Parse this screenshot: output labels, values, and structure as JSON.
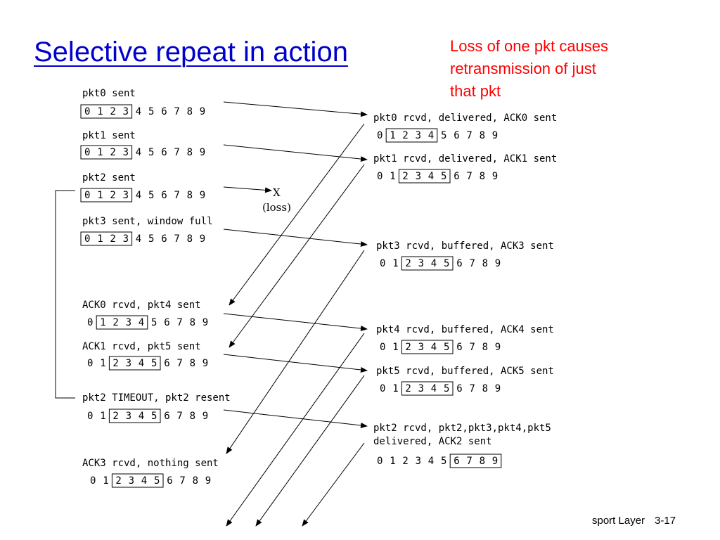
{
  "title": "Selective repeat in action",
  "note": {
    "lines": [
      "Loss of one pkt causes",
      "retransmission of just",
      "that pkt"
    ],
    "color": "#ff0000"
  },
  "title_color": "#0000cc",
  "footer": {
    "section": "sport Layer",
    "page": "3-17"
  },
  "diagram": {
    "digits": [
      "0",
      "1",
      "2",
      "3",
      "4",
      "5",
      "6",
      "7",
      "8",
      "9"
    ],
    "sender": [
      {
        "label": "pkt0 sent",
        "window": [
          0,
          3
        ]
      },
      {
        "label": "pkt1 sent",
        "window": [
          0,
          3
        ]
      },
      {
        "label": "pkt2 sent",
        "window": [
          0,
          3
        ]
      },
      {
        "label": "pkt3 sent, window full",
        "window": [
          0,
          3
        ]
      },
      {
        "label": "ACK0 rcvd, pkt4 sent",
        "window": [
          1,
          4
        ]
      },
      {
        "label": "ACK1 rcvd, pkt5 sent",
        "window": [
          2,
          5
        ]
      },
      {
        "label": "pkt2 TIMEOUT, pkt2 resent",
        "window": [
          2,
          5
        ]
      },
      {
        "label": "ACK3 rcvd, nothing sent",
        "window": [
          2,
          5
        ]
      }
    ],
    "receiver": [
      {
        "label": "pkt0 rcvd, delivered, ACK0 sent",
        "window": [
          1,
          4
        ]
      },
      {
        "label": "pkt1 rcvd, delivered, ACK1 sent",
        "window": [
          2,
          5
        ]
      },
      {
        "label": "pkt3 rcvd, buffered, ACK3 sent",
        "window": [
          2,
          5
        ]
      },
      {
        "label": "pkt4 rcvd, buffered, ACK4 sent",
        "window": [
          2,
          5
        ]
      },
      {
        "label": "pkt5 rcvd, buffered, ACK5 sent",
        "window": [
          2,
          5
        ]
      },
      {
        "label": "pkt2 rcvd, pkt2,pkt3,pkt4,pkt5",
        "label2": "delivered, ACK2 sent",
        "window": [
          6,
          9
        ]
      }
    ],
    "loss_marker": "X",
    "loss_label": "(loss)"
  }
}
